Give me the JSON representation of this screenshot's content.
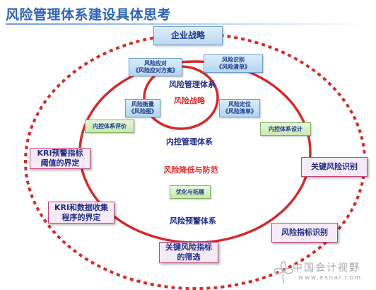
{
  "title": "风险管理体系建设具体思考",
  "top_box": "企业战略",
  "blue_boxes": {
    "response": [
      "风险应对",
      "《风险应对方案》"
    ],
    "identify": [
      "风险识别",
      "《风险清单》"
    ],
    "measure": [
      "风险衡量",
      "《风险图》"
    ],
    "position": [
      "风险定位",
      "《风险清单》"
    ]
  },
  "green_boxes": {
    "eval": "内控体系评价",
    "design": "内控体系设计",
    "optimize": "优化与拓展"
  },
  "labels": {
    "risk_mgmt_system": "风险管理体系",
    "risk_strategy": "风险战略",
    "internal_control_system": "内控管理体系",
    "risk_reduce": "风险降低与防范",
    "risk_warning_system": "风险预警体系"
  },
  "pink_boxes": {
    "kri_threshold": [
      "KRI预警指标",
      "阈值的界定"
    ],
    "kri_data": [
      "KRI和数据收集",
      "程序的界定"
    ],
    "key_risk_identify": "关键风险识别",
    "risk_indicator_identify": "风险指标识别",
    "key_indicator_screen": [
      "关键风险指标",
      "的筛选"
    ]
  },
  "watermark": {
    "cn": "中国会计视野",
    "url": "www.esnai.com"
  },
  "colors": {
    "ring_red": "#d42a2a",
    "title_blue": "#2e63b8",
    "label_navy": "#1f2d8a",
    "label_red": "#e03030"
  },
  "icons": [
    "flower-logo-icon"
  ]
}
